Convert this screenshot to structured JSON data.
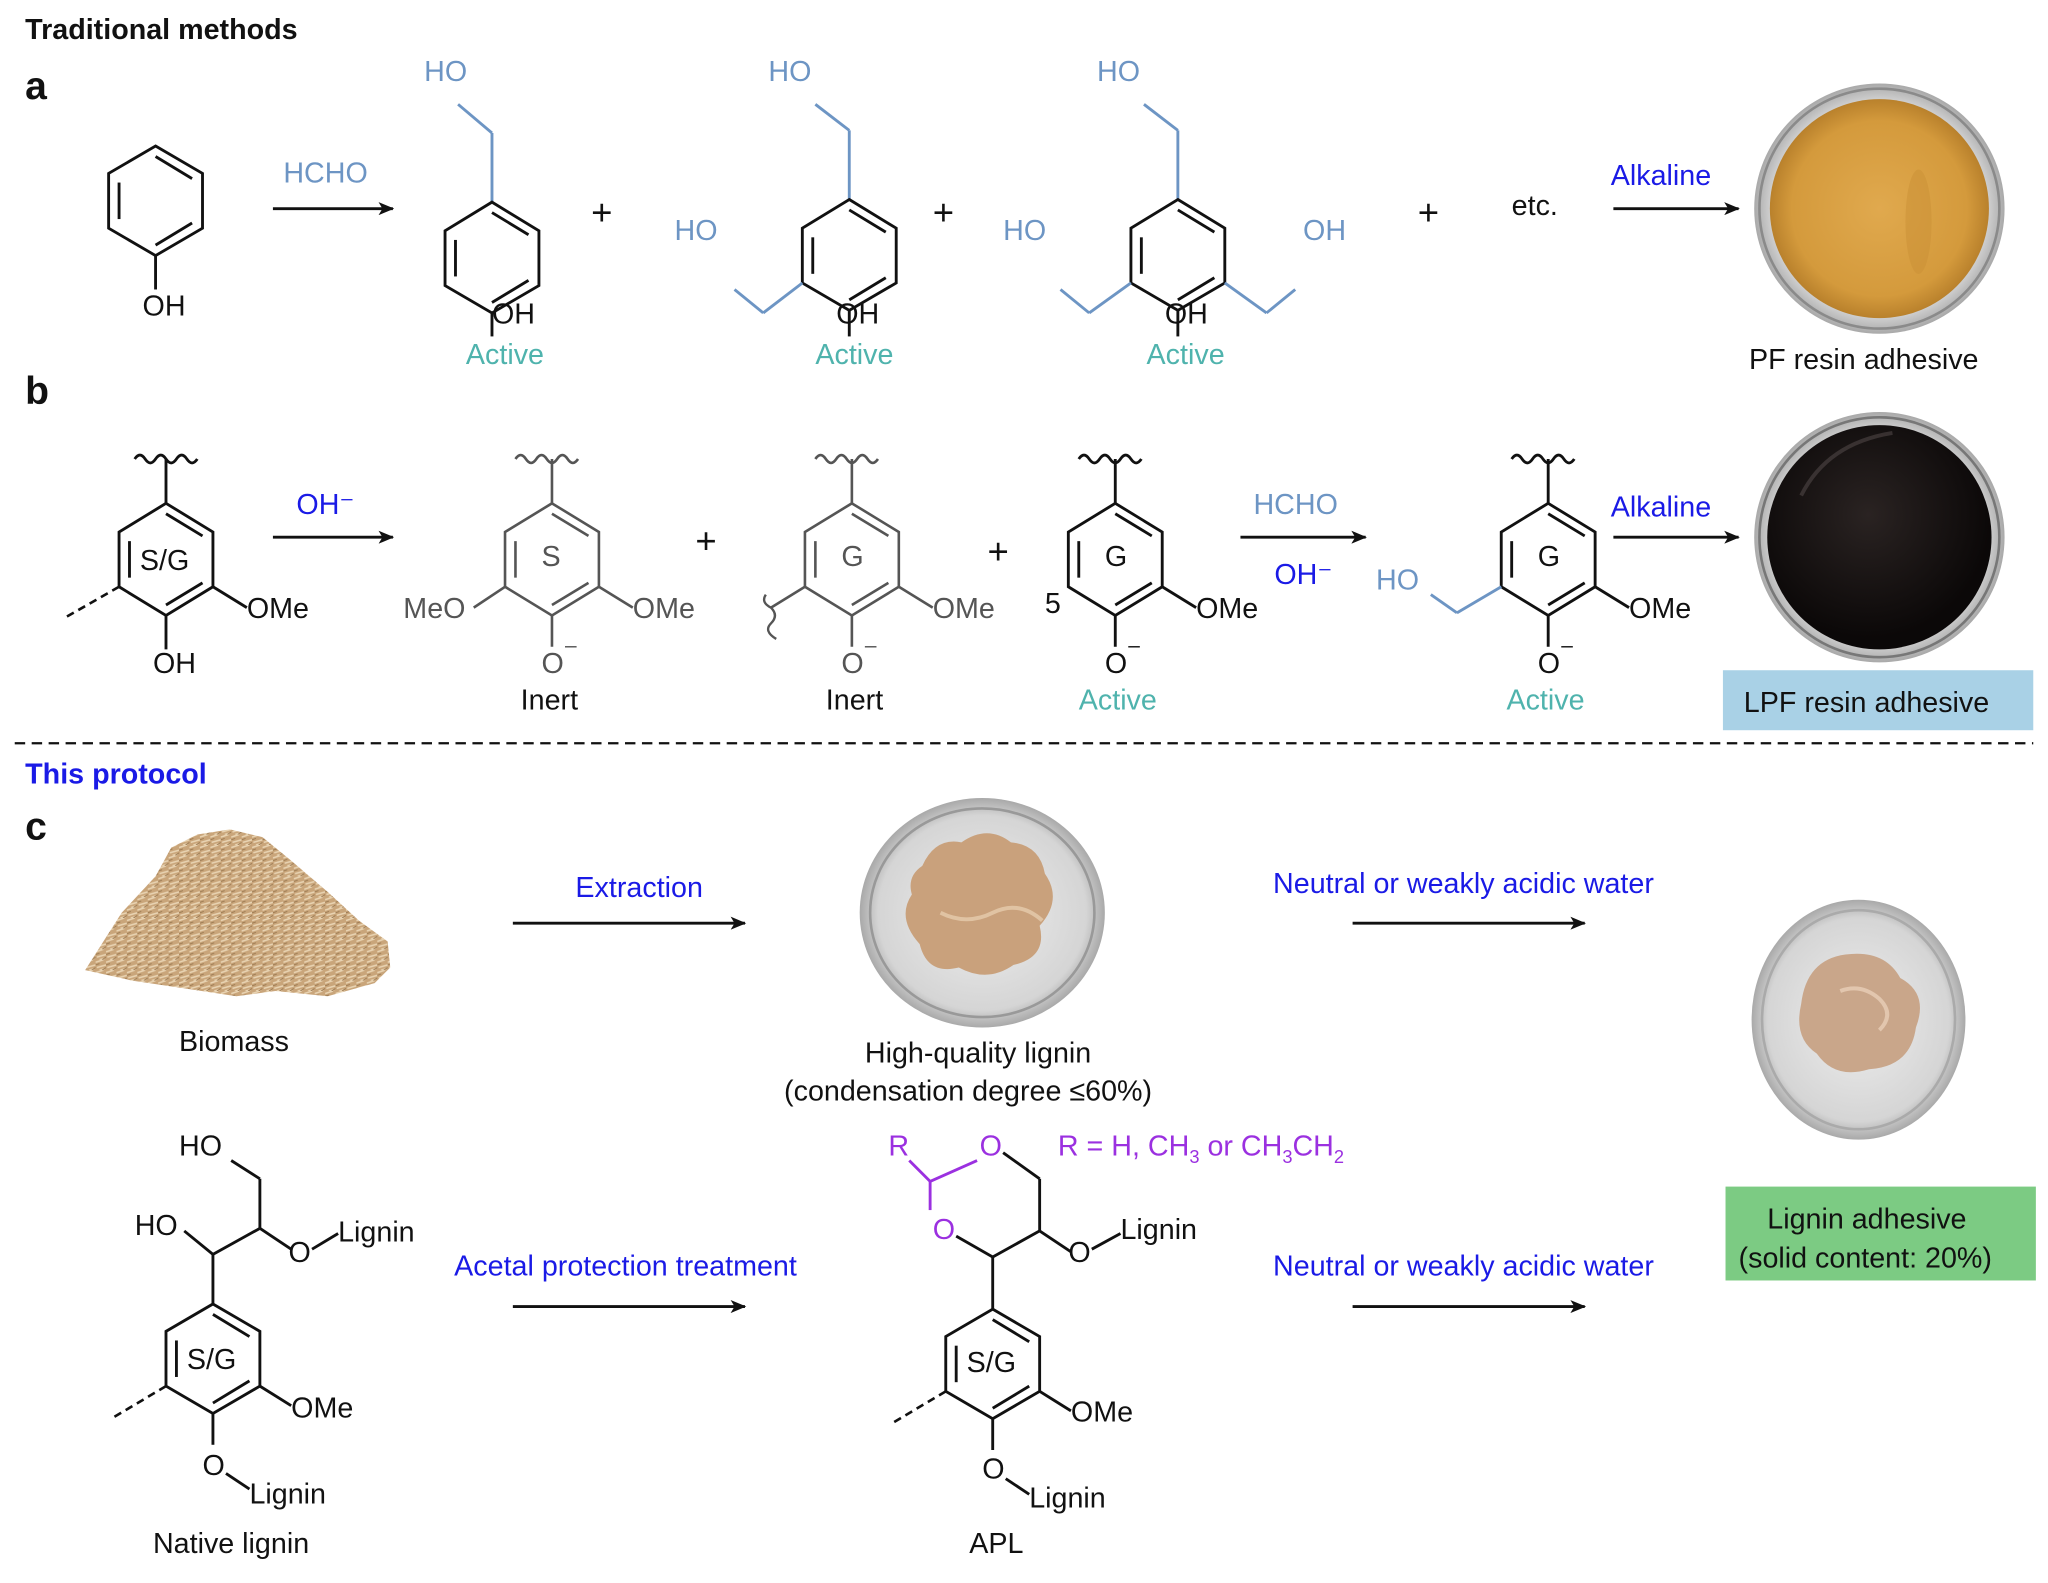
{
  "headings": {
    "traditional": "Traditional methods",
    "protocol": "This protocol"
  },
  "panels": {
    "a": "a",
    "b": "b",
    "c": "c"
  },
  "colors": {
    "reagent_blue": "#1a1ae6",
    "hcho_steel": "#6d95c4",
    "active_teal": "#4fb3ad",
    "acetal_purple": "#9b30e0",
    "inert_ring_fill": "#d6e7f1",
    "active_ring_fill": "#a8dabc",
    "lpf_box": "#a9d1e6",
    "lignin_box": "#7ccb83"
  },
  "panel_a": {
    "reagent": "HCHO",
    "phenol_oh": "OH",
    "plus": "+",
    "products": [
      {
        "substituents": [
          "HO"
        ],
        "bottom": "OH",
        "label": "Active"
      },
      {
        "substituents": [
          "HO",
          "HO"
        ],
        "bottom": "OH",
        "label": "Active"
      },
      {
        "substituents": [
          "HO",
          "HO",
          "OH"
        ],
        "bottom": "OH",
        "label": "Active"
      }
    ],
    "etc": "etc.",
    "condition": "Alkaline",
    "result": "PF resin adhesive"
  },
  "panel_b": {
    "reagent": "OH⁻",
    "start": {
      "ring": "S/G",
      "ome": "OMe",
      "oh": "OH"
    },
    "species": [
      {
        "ring": "S",
        "left": "MeO",
        "right": "OMe",
        "bottom": "O",
        "charge": "–",
        "label": "Inert"
      },
      {
        "ring": "G",
        "right": "OMe",
        "bottom": "O",
        "charge": "–",
        "label": "Inert"
      },
      {
        "ring": "G",
        "coef": "5",
        "right": "OMe",
        "bottom": "O",
        "charge": "–",
        "label": "Active"
      }
    ],
    "step2_reagent_top": "HCHO",
    "step2_reagent_bottom": "OH⁻",
    "product": {
      "ring": "G",
      "ho": "HO",
      "right": "OMe",
      "bottom": "O",
      "charge": "–",
      "label": "Active"
    },
    "condition": "Alkaline",
    "result": "LPF resin adhesive",
    "plus": "+"
  },
  "panel_c": {
    "biomass": "Biomass",
    "extraction": "Extraction",
    "lignin_label_1": "High-quality lignin",
    "lignin_label_2": "(condensation degree ≤60%)",
    "water_1": "Neutral or weakly acidic water",
    "water_2": "Neutral or weakly acidic water",
    "acetal": "Acetal protection treatment",
    "native": {
      "ho_top": "HO",
      "ho_mid": "HO",
      "o": "O",
      "lignin": "Lignin",
      "ring": "S/G",
      "ome": "OMe",
      "o_bottom": "O",
      "lignin_bottom": "Lignin",
      "label": "Native lignin"
    },
    "apl": {
      "r": "R",
      "o1": "O",
      "o2": "O",
      "o3": "O",
      "lignin": "Lignin",
      "ring": "S/G",
      "ome": "OMe",
      "o_bottom": "O",
      "lignin_bottom": "Lignin",
      "label": "APL"
    },
    "r_def": {
      "prefix": "R = H, CH",
      "sub1": "3",
      "mid": " or CH",
      "sub2": "3",
      "mid2": "CH",
      "sub3": "2"
    },
    "adhesive_1": "Lignin adhesive",
    "adhesive_2": "(solid content: 20%)"
  }
}
